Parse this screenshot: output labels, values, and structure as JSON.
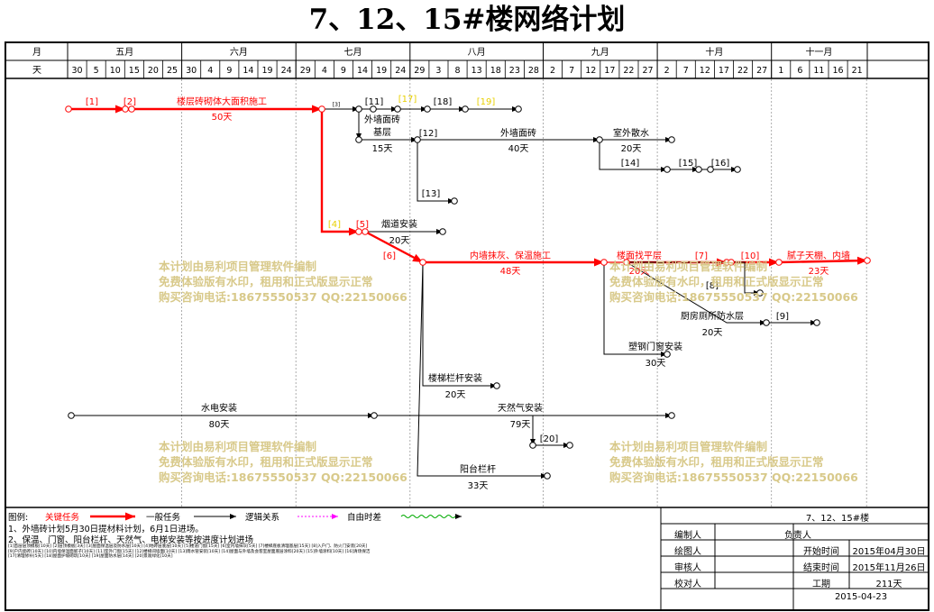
{
  "title": "7、12、15#楼网络计划",
  "timeline": {
    "month_label": "月",
    "day_label": "天",
    "months": [
      "五月",
      "六月",
      "七月",
      "八月",
      "九月",
      "十月",
      "十一月"
    ],
    "days": [
      "30",
      "5",
      "10",
      "15",
      "20",
      "25",
      "30",
      "4",
      "9",
      "14",
      "19",
      "24",
      "29",
      "4",
      "9",
      "14",
      "19",
      "24",
      "29",
      "3",
      "8",
      "13",
      "18",
      "23",
      "28",
      "2",
      "7",
      "12",
      "17",
      "22",
      "27",
      "2",
      "7",
      "12",
      "17",
      "22",
      "27",
      "1",
      "6",
      "11",
      "16",
      "21"
    ]
  },
  "tasks": [
    {
      "id": "t1",
      "label": "[1]",
      "critical": true
    },
    {
      "id": "t2",
      "label": "[2]",
      "critical": true
    },
    {
      "id": "t-masonry",
      "label": "楼层砖砌体大面积施工",
      "duration": "50天",
      "critical": true
    },
    {
      "id": "t3",
      "label": "[3]",
      "critical": false
    },
    {
      "id": "t11",
      "label": "[11]",
      "critical": false
    },
    {
      "id": "t17",
      "label": "[17]",
      "critical": false,
      "freefloat": true
    },
    {
      "id": "t18",
      "label": "[18]",
      "critical": false
    },
    {
      "id": "t19",
      "label": "[19]",
      "critical": false,
      "freefloat": true
    },
    {
      "id": "t-wall-base",
      "label": "外墙面砖基层",
      "label_line1": "外墙面砖",
      "label_line2": "基层",
      "duration": "15天",
      "critical": false
    },
    {
      "id": "t12",
      "label": "[12]",
      "critical": false
    },
    {
      "id": "t-wall-tile",
      "label": "外墙面砖",
      "duration": "40天",
      "critical": false
    },
    {
      "id": "t-outdoor",
      "label": "室外散水",
      "duration": "20天",
      "critical": false
    },
    {
      "id": "t14",
      "label": "[14]",
      "critical": false
    },
    {
      "id": "t15",
      "label": "[15]",
      "critical": false
    },
    {
      "id": "t16",
      "label": "[16]",
      "critical": false
    },
    {
      "id": "t13",
      "label": "[13]",
      "critical": false
    },
    {
      "id": "t4",
      "label": "[4]",
      "critical": false,
      "freefloat": true
    },
    {
      "id": "t5",
      "label": "[5]",
      "critical": true
    },
    {
      "id": "t-flue",
      "label": "烟道安装",
      "duration": "20天",
      "critical": false
    },
    {
      "id": "t6",
      "label": "[6]",
      "critical": true
    },
    {
      "id": "t-plaster",
      "label": "内墙抹灰、保温施工",
      "duration": "48天",
      "critical": true
    },
    {
      "id": "t-leveling",
      "label": "楼面找平层",
      "duration": "20天",
      "critical": true
    },
    {
      "id": "t7",
      "label": "[7]",
      "critical": true
    },
    {
      "id": "t10",
      "label": "[10]",
      "critical": true
    },
    {
      "id": "t-putty",
      "label": "腻子天棚、内墙",
      "duration": "23天",
      "critical": true
    },
    {
      "id": "t8",
      "label": "[8]",
      "critical": false
    },
    {
      "id": "t-waterproof",
      "label": "厨房厕所防水层",
      "duration": "20天",
      "critical": false
    },
    {
      "id": "t9",
      "label": "[9]",
      "critical": false
    },
    {
      "id": "t-windows",
      "label": "塑钢门窗安装",
      "duration": "30天",
      "critical": false
    },
    {
      "id": "t-railing",
      "label": "楼梯栏杆安装",
      "duration": "20天",
      "critical": false
    },
    {
      "id": "t-plumbing",
      "label": "水电安装",
      "duration": "80天",
      "critical": false
    },
    {
      "id": "t-gas",
      "label": "天然气安装",
      "duration": "79天",
      "critical": false
    },
    {
      "id": "t20",
      "label": "[20]",
      "critical": false
    },
    {
      "id": "t-balcony",
      "label": "阳台栏杆",
      "duration": "33天",
      "critical": false
    }
  ],
  "watermark": {
    "line1": "本计划由易利项目管理软件编制",
    "line2": "免费体验版有水印，租用和正式版显示正常",
    "line3": "购买咨询电话:18675550537 QQ:22150066"
  },
  "legend": {
    "label": "图例:",
    "critical": "关键任务",
    "normal": "一般任务",
    "logic": "逻辑关系",
    "freefloat": "自由时差",
    "colors": {
      "critical": "#ff0000",
      "normal": "#000000",
      "logic": "#000000",
      "freefloat": "#ff00ff",
      "freefloat_wave": "#00aa00"
    }
  },
  "notes": {
    "note1": "1、外墙砖计划5月30日提材料计划，6月1日进场。",
    "note2": "2、保温、门窗、阳台栏杆、天然气、电梯安装等按进度计划进场",
    "fine1": "[1]首层层顶模板[10天] [2]层顶模板[3天] [3]屋面保温层及防水层[10天] [4]地砖层底层[10天] [5]楼道门窗[15天] [6]室内墙抹灰[5天] [7]楼梯底板清理基层[15天] [8]入户门、防火门安装[20天]",
    "fine2": "[9]户内瓷砖[10天] [10]内墙保温面腻子[10天] [11]室外门窗[15天] [12]楼梯间墙面[10天] [13]雨水管安装[10天] [14]屋面与外墙及会客室屋面底层涂料[20天] [15]外墙涂料[10天] [16]清场保洁",
    "fine3": "[17]清理修补[5天] [18]屋面护坡砌筑[10天] [19]屋面防水层[14天] [20]景观绿化[10天]"
  },
  "info": {
    "project_name": "7、12、15#楼",
    "editor_label": "编制人",
    "responsible_label": "负责人",
    "drawer_label": "绘图人",
    "start_label": "开始时间",
    "start_value": "2015年04月30日",
    "reviewer_label": "审核人",
    "end_label": "结束时间",
    "end_value": "2015年11月26日",
    "checker_label": "校对人",
    "duration_label": "工期",
    "duration_value": "211天",
    "date": "2015-04-23"
  },
  "colors": {
    "critical": "#ff0000",
    "normal": "#000000",
    "freefloat_label": "#e8d000",
    "watermark": "#d8c98a",
    "grid": "#999999"
  }
}
